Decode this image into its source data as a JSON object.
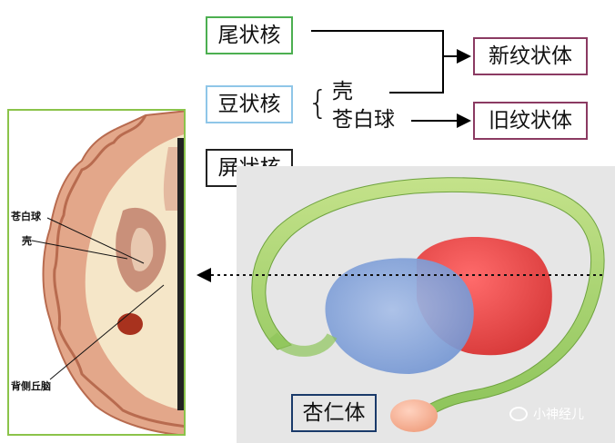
{
  "top": {
    "caudate": "尾状核",
    "lentiform": "豆状核",
    "claustrum": "屏状核",
    "putamen": "壳",
    "globus_pallidus": "苍白球",
    "neostriatum": "新纹状体",
    "paleostriatum": "旧纹状体",
    "brace": "{"
  },
  "left_labels": {
    "globus_pallidus": "苍白球",
    "putamen": "壳",
    "dorsal_thalamus": "背侧丘脑"
  },
  "right": {
    "amygdala": "杏仁体",
    "watermark": "小神经儿"
  },
  "colors": {
    "caudate_border": "#4caf50",
    "lentiform_border": "#8fc6e8",
    "claustrum_border": "#222222",
    "striatum_border": "#8b3a62",
    "panel_border": "#8bc34a",
    "amygdala_border": "#1a3a6a"
  }
}
